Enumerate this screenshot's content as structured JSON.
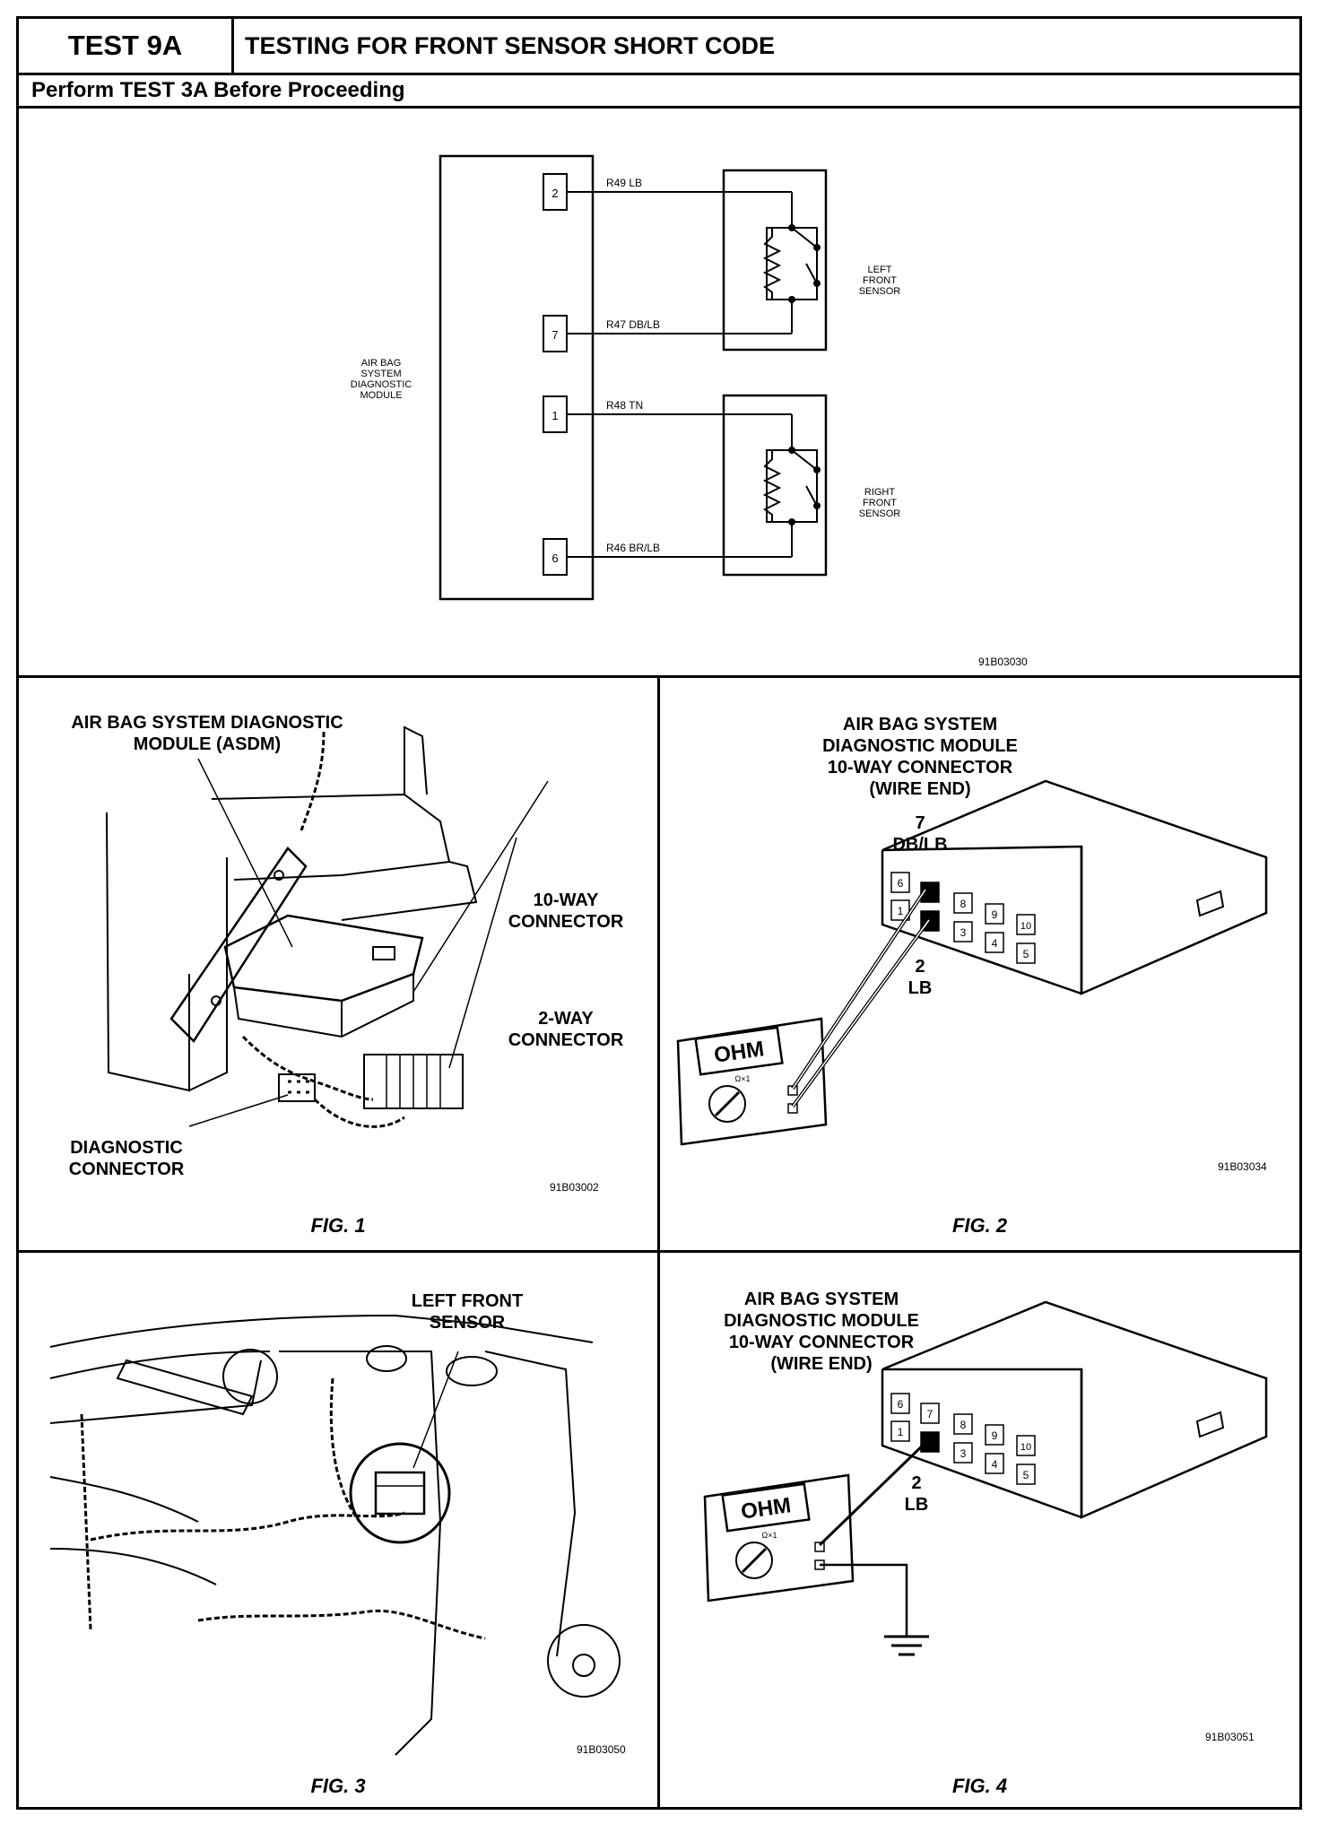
{
  "header": {
    "test_id": "TEST 9A",
    "title": "TESTING FOR FRONT SENSOR SHORT CODE",
    "subheader": "Perform TEST 3A Before Proceeding"
  },
  "schematic": {
    "module_label": [
      "AIR BAG",
      "SYSTEM",
      "DIAGNOSTIC",
      "MODULE"
    ],
    "pins": [
      "2",
      "7",
      "1",
      "6"
    ],
    "wires": [
      "R49 LB",
      "R47 DB/LB",
      "R48 TN",
      "R46 BR/LB"
    ],
    "left_sensor_label": [
      "LEFT",
      "FRONT",
      "SENSOR"
    ],
    "right_sensor_label": [
      "RIGHT",
      "FRONT",
      "SENSOR"
    ],
    "figure_code": "91B03030"
  },
  "fig1": {
    "label_asdm": [
      "AIR BAG SYSTEM DIAGNOSTIC",
      "MODULE (ASDM)"
    ],
    "label_10way": [
      "10-WAY",
      "CONNECTOR"
    ],
    "label_2way": [
      "2-WAY",
      "CONNECTOR"
    ],
    "label_diag": [
      "DIAGNOSTIC",
      "CONNECTOR"
    ],
    "figure_code": "91B03002",
    "caption": "FIG. 1"
  },
  "fig2": {
    "title": [
      "AIR BAG SYSTEM",
      "DIAGNOSTIC MODULE",
      "10-WAY CONNECTOR",
      "(WIRE END)"
    ],
    "pin7_label": [
      "7",
      "DB/LB"
    ],
    "pin2_label": [
      "2",
      "LB"
    ],
    "meter_display": "OHM",
    "meter_range": "Ω×1",
    "figure_code": "91B03034",
    "caption": "FIG. 2"
  },
  "fig3": {
    "label": [
      "LEFT FRONT",
      "SENSOR"
    ],
    "figure_code": "91B03050",
    "caption": "FIG. 3"
  },
  "fig4": {
    "title": [
      "AIR BAG SYSTEM",
      "DIAGNOSTIC MODULE",
      "10-WAY CONNECTOR",
      "(WIRE END)"
    ],
    "pin2_label": [
      "2",
      "LB"
    ],
    "meter_display": "OHM",
    "meter_range": "Ω×1",
    "figure_code": "91B03051",
    "caption": "FIG. 4"
  },
  "connector_pins": [
    "6",
    "1",
    "7",
    "2",
    "8",
    "3",
    "9",
    "4",
    "10",
    "5"
  ]
}
